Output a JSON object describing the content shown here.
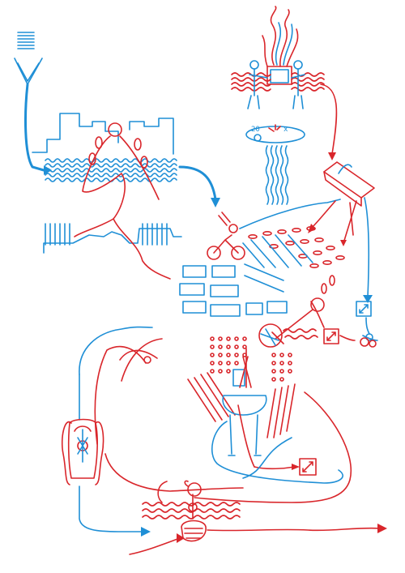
{
  "title": "",
  "colors": {
    "red": "#d9262b",
    "blue": "#1f8fd6",
    "background": "#ffffff"
  },
  "clock": {
    "left": "20",
    "right": "x"
  },
  "elements": [
    "blue-funnel",
    "fire-source",
    "clock-dial",
    "dancing-figure",
    "city-skyline",
    "cyclist",
    "fishing-figure",
    "red-box-top-right",
    "expand-box-blue",
    "expand-box-red",
    "expand-box-bottom",
    "robot-figure",
    "figure-bottom-center",
    "shell-creature",
    "red-seed-stream"
  ]
}
